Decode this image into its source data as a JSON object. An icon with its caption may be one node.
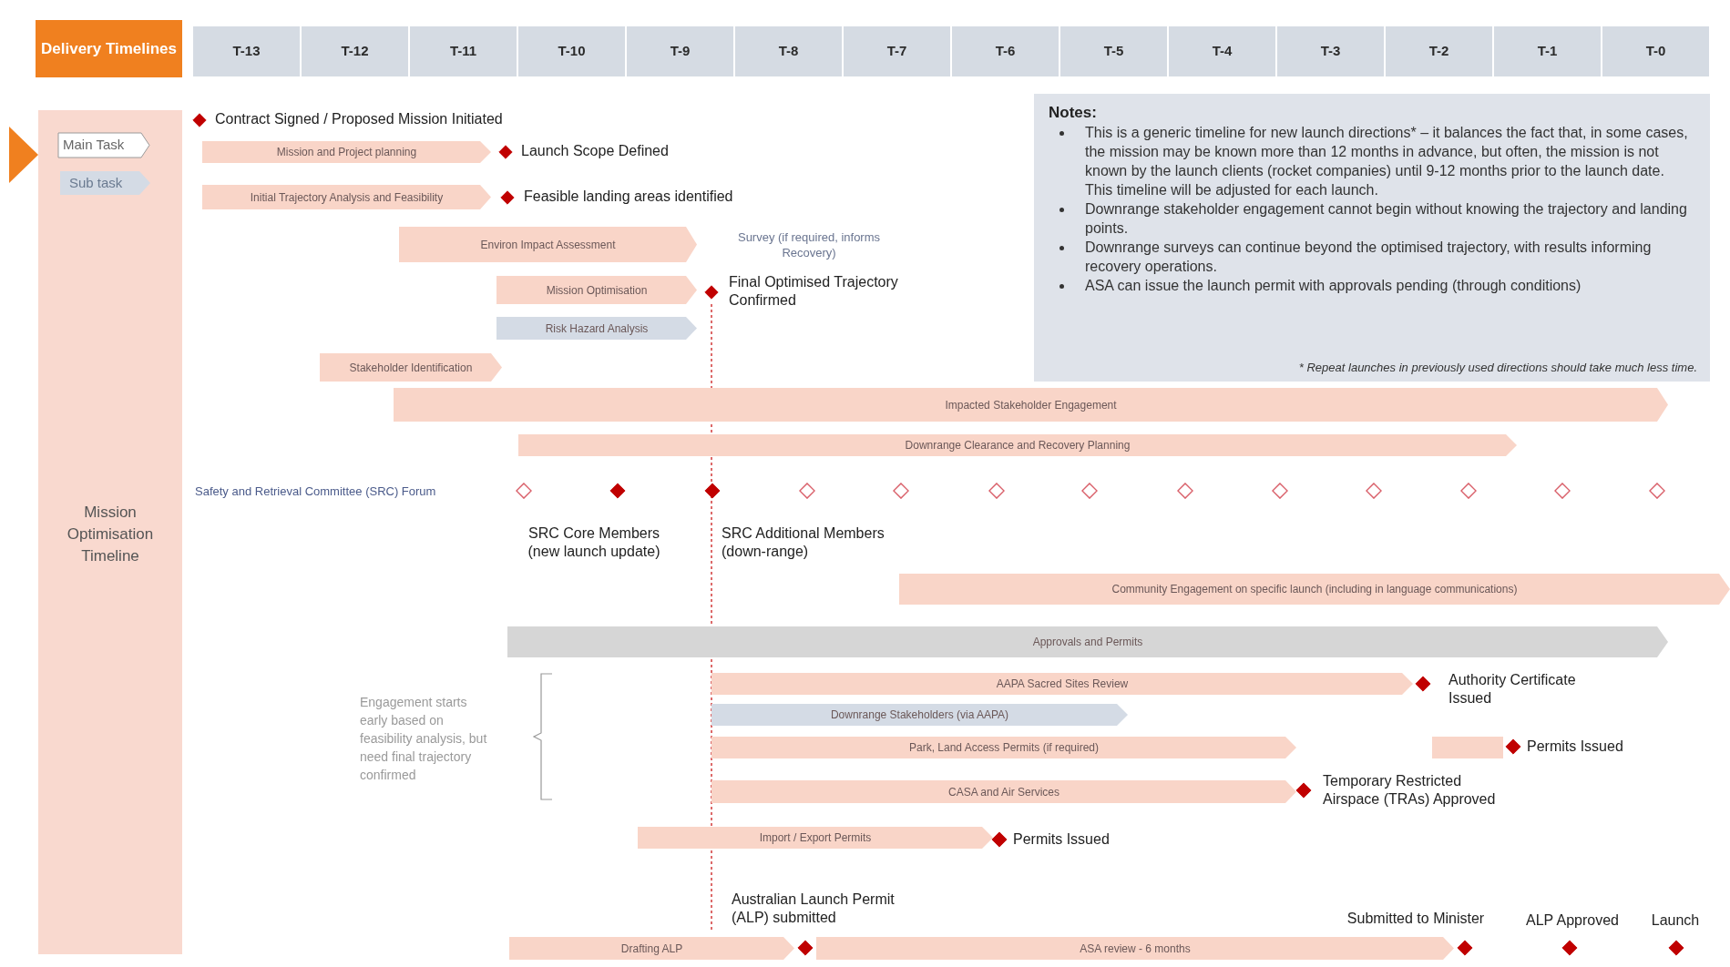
{
  "diagram": {
    "nodes": [
      {
        "text": [
          "Delivery Timelines"
        ]
      },
      {
        "text": [
          "T-13"
        ]
      },
      {
        "text": [
          "T-12"
        ]
      },
      {
        "text": [
          "T-11"
        ]
      },
      {
        "text": [
          "T-10"
        ]
      },
      {
        "text": [
          "T-9"
        ]
      },
      {
        "text": [
          "T-8"
        ]
      },
      {
        "text": [
          "T-7"
        ]
      },
      {
        "text": [
          "T-6"
        ]
      },
      {
        "text": [
          "T-5"
        ]
      },
      {
        "text": [
          "T-4"
        ]
      },
      {
        "text": [
          "T-3"
        ]
      },
      {
        "text": [
          "T-2"
        ]
      },
      {
        "text": [
          "T-1"
        ]
      },
      {
        "text": [
          "T-0"
        ]
      },
      {
        "text": [
          "Mission Optimisation Timeline"
        ]
      },
      {
        "text": [
          "Main Task"
        ],
        "in": 15
      },
      {
        "text": [
          "Sub task"
        ],
        "in": 15
      },
      {
        "text": [
          "Notes:",
          "This is a generic timeline for new launch directions* – it balances the fact that, in some cases, the mission may be known more than 12 months in advance, but often, the mission is not known by the launch clients (rocket companies) until 9-12 months prior to the launch date. This timeline will be adjusted for each launch.",
          "Downrange stakeholder engagement cannot begin without knowing the trajectory and landing points.",
          "Downrange surveys can continue beyond the optimised trajectory, with results informing recovery operations.",
          "ASA can issue the launch permit with approvals pending (through conditions)",
          "* Repeat launches in previously used directions should take much less time."
        ]
      },
      {
        "text": [],
        "shape": "diamond",
        "beside": [
          "Contract Signed / Proposed Mission Initiated"
        ]
      },
      {
        "text": [
          "Mission and Project planning"
        ]
      },
      {
        "text": [],
        "shape": "diamond",
        "beside": [
          "Launch Scope Defined"
        ]
      },
      {
        "text": [
          "Initial Trajectory Analysis and Feasibility"
        ]
      },
      {
        "text": [],
        "shape": "diamond",
        "beside": [
          "Feasible landing areas identified"
        ]
      },
      {
        "text": [
          "Environ Impact Assessment"
        ],
        "beside": [
          "Survey (if required, informs Recovery)"
        ]
      },
      {
        "text": [
          "Mission Optimisation"
        ]
      },
      {
        "text": [],
        "shape": "diamond",
        "beside": [
          "Final Optimised Trajectory Confirmed"
        ]
      },
      {
        "text": [
          "Risk Hazard Analysis"
        ]
      },
      {
        "text": [
          "Stakeholder Identification"
        ]
      },
      {
        "text": [
          "Impacted Stakeholder Engagement"
        ]
      },
      {
        "text": [
          "Downrange Clearance and Recovery Planning"
        ]
      },
      {
        "text": [],
        "shape": "diamond"
      },
      {
        "text": [],
        "shape": "diamond",
        "beside": [
          "SRC Core Members (new launch update)"
        ]
      },
      {
        "text": [],
        "shape": "diamond",
        "beside": [
          "SRC Additional Members (down-range)"
        ]
      },
      {
        "text": [],
        "shape": "diamond"
      },
      {
        "text": [],
        "shape": "diamond"
      },
      {
        "text": [],
        "shape": "diamond"
      },
      {
        "text": [],
        "shape": "diamond"
      },
      {
        "text": [],
        "shape": "diamond"
      },
      {
        "text": [],
        "shape": "diamond"
      },
      {
        "text": [],
        "shape": "diamond"
      },
      {
        "text": [],
        "shape": "diamond"
      },
      {
        "text": [],
        "shape": "diamond"
      },
      {
        "text": [],
        "shape": "diamond"
      },
      {
        "text": [
          "Community Engagement on specific launch (including in language communications)"
        ]
      },
      {
        "text": [
          "Approvals and Permits"
        ]
      },
      {
        "text": [
          "AAPA Sacred Sites Review"
        ]
      },
      {
        "text": [],
        "shape": "diamond",
        "beside": [
          "Authority Certificate Issued"
        ]
      },
      {
        "text": [
          "Downrange Stakeholders (via AAPA)"
        ]
      },
      {
        "text": [
          "Park, Land Access Permits (if required)"
        ]
      },
      {
        "text": [],
        "shape": "bar"
      },
      {
        "text": [],
        "shape": "diamond",
        "beside": [
          "Permits Issued"
        ]
      },
      {
        "text": [
          "CASA and Air Services"
        ]
      },
      {
        "text": [],
        "shape": "diamond",
        "beside": [
          "Temporary Restricted Airspace (TRAs) Approved"
        ]
      },
      {
        "text": [
          "Import / Export Permits"
        ]
      },
      {
        "text": [],
        "shape": "diamond",
        "beside": [
          "Permits Issued"
        ]
      },
      {
        "text": [
          "Drafting ALP"
        ]
      },
      {
        "text": [],
        "shape": "diamond",
        "beside": [
          "Australian Launch Permit (ALP) submitted"
        ]
      },
      {
        "text": [
          "ASA review - 6 months"
        ]
      },
      {
        "text": [],
        "shape": "diamond",
        "beside": [
          "Submitted to Minister"
        ]
      },
      {
        "text": [],
        "shape": "diamond",
        "beside": [
          "ALP Approved"
        ]
      },
      {
        "text": [],
        "shape": "diamond",
        "beside": [
          "Launch"
        ]
      }
    ],
    "labels": [
      "Safety and Retrieval Committee (SRC) Forum",
      "Engagement starts early based on feasibility analysis, but need final trajectory confirmed"
    ]
  }
}
